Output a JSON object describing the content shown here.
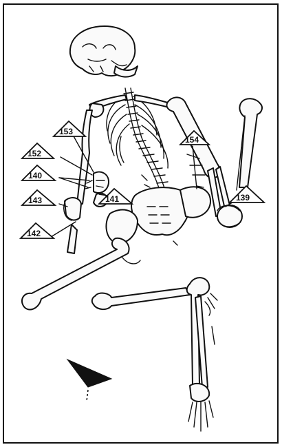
{
  "diagram": {
    "markers": [
      {
        "id": "153",
        "text": "153"
      },
      {
        "id": "152",
        "text": "152"
      },
      {
        "id": "140",
        "text": "140"
      },
      {
        "id": "143",
        "text": "143"
      },
      {
        "id": "142",
        "text": "142"
      },
      {
        "id": "141",
        "text": "141"
      },
      {
        "id": "154",
        "text": "154"
      },
      {
        "id": "139",
        "text": "139"
      }
    ],
    "north_arrow_icon": "north-arrow-icon",
    "colors": {
      "ink": "#111111",
      "paper": "#ffffff",
      "bone": "#fafafa"
    }
  }
}
